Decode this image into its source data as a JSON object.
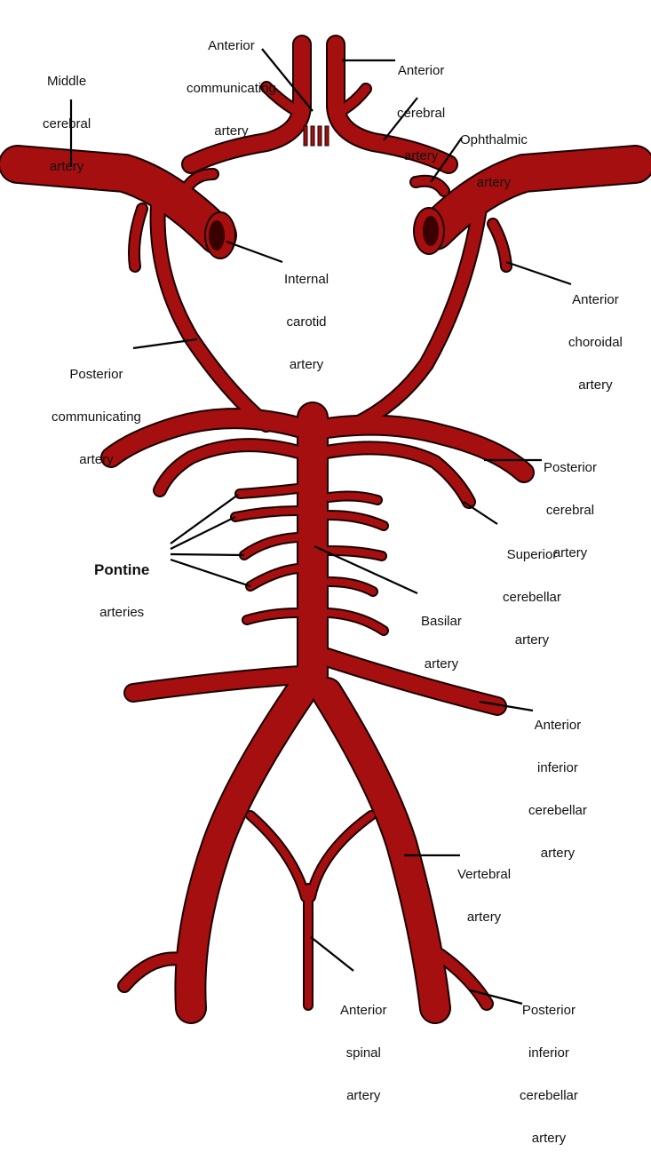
{
  "labels": {
    "acom": [
      "Anterior",
      "communicating",
      "artery"
    ],
    "aca": [
      "Anterior",
      "cerebral",
      "artery"
    ],
    "mca": [
      "Middle",
      "cerebral",
      "artery"
    ],
    "oph": [
      "Ophthalmic",
      "artery"
    ],
    "ica": [
      "Internal",
      "carotid",
      "artery"
    ],
    "acho": [
      "Anterior",
      "choroidal",
      "artery"
    ],
    "pcom": [
      "Posterior",
      "communicating",
      "artery"
    ],
    "pca": [
      "Posterior",
      "cerebral",
      "artery"
    ],
    "sca": [
      "Superior",
      "cerebellar",
      "artery"
    ],
    "pont": [
      "Pontine",
      "arteries"
    ],
    "bas": [
      "Basilar",
      "artery"
    ],
    "aica": [
      "Anterior",
      "inferior",
      "cerebellar",
      "artery"
    ],
    "vert": [
      "Vertebral",
      "artery"
    ],
    "asa": [
      "Anterior",
      "spinal",
      "artery"
    ],
    "pica": [
      "Posterior",
      "inferior",
      "cerebellar",
      "artery"
    ]
  },
  "colors": {
    "artery": "#a50f0f",
    "outline": "#1a0000",
    "lumen": "#3a0000"
  }
}
